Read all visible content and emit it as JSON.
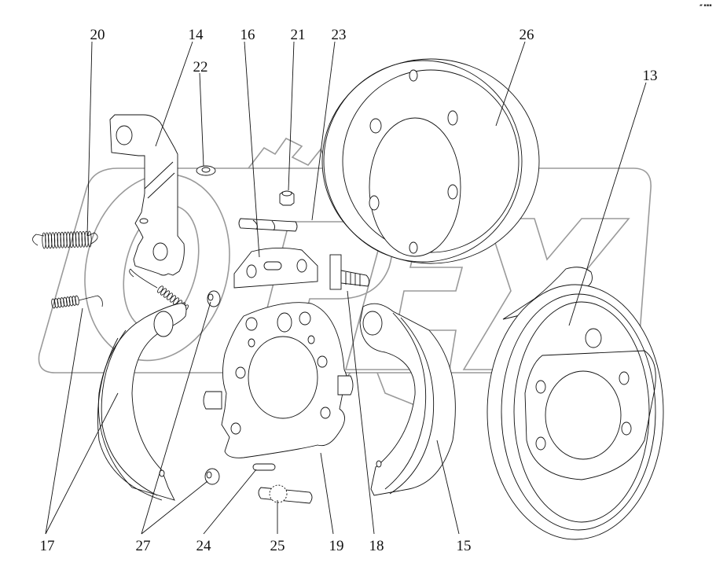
{
  "diagram": {
    "type": "exploded-parts-view",
    "subject": "drum brake assembly",
    "watermark_text": "OPEX",
    "corner_mark": "▰ ▪▪▪",
    "callouts": [
      {
        "id": "20",
        "label": "20",
        "part": "upper return spring (long)"
      },
      {
        "id": "14",
        "label": "14",
        "part": "parking brake lever"
      },
      {
        "id": "22",
        "label": "22",
        "part": "washer"
      },
      {
        "id": "16",
        "label": "16",
        "part": "parking strut"
      },
      {
        "id": "21",
        "label": "21",
        "part": "nut"
      },
      {
        "id": "23",
        "label": "23",
        "part": "pin / shaft"
      },
      {
        "id": "26",
        "label": "26",
        "part": "brake drum"
      },
      {
        "id": "13",
        "label": "13",
        "part": "brake drum with hub"
      },
      {
        "id": "17",
        "label": "17",
        "part": "shoe hold-down springs"
      },
      {
        "id": "27",
        "label": "27",
        "part": "spring caps"
      },
      {
        "id": "24",
        "label": "24",
        "part": "adjuster spring"
      },
      {
        "id": "25",
        "label": "25",
        "part": "adjuster screw"
      },
      {
        "id": "19",
        "label": "19",
        "part": "backing plate"
      },
      {
        "id": "18",
        "label": "18",
        "part": "anchor bolt"
      },
      {
        "id": "15",
        "label": "15",
        "part": "brake shoe"
      }
    ]
  }
}
